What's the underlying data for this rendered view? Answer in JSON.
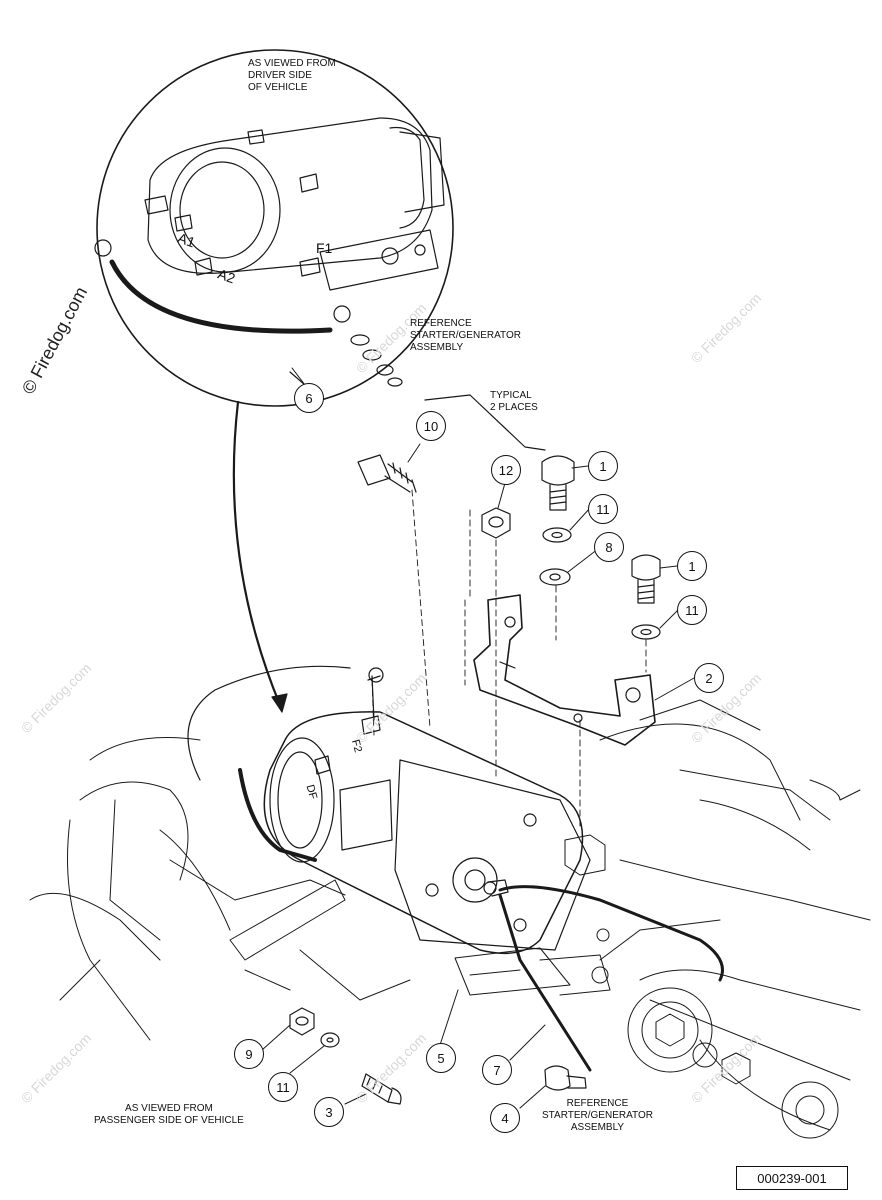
{
  "copyright": "© Firedog.com",
  "watermark": "© Firedog.com",
  "inset_note": "AS VIEWED FROM\nDRIVER SIDE\nOF VEHICLE",
  "reference_top": "REFERENCE\nSTARTER/GENERATOR\nASSEMBLY",
  "typical_note": "TYPICAL\n2 PLACES",
  "passenger_note": "AS VIEWED FROM\nPASSENGER SIDE OF VEHICLE",
  "reference_bottom": "REFERENCE\nSTARTER/GENERATOR\nASSEMBLY",
  "figure_number": "000239-001",
  "terminals": {
    "a1": "A1",
    "a2": "A2",
    "f1": "F1",
    "f2": "F2",
    "df": "DF"
  },
  "callouts": [
    "1",
    "1",
    "2",
    "3",
    "4",
    "5",
    "6",
    "7",
    "8",
    "9",
    "10",
    "11",
    "11",
    "11",
    "12"
  ]
}
